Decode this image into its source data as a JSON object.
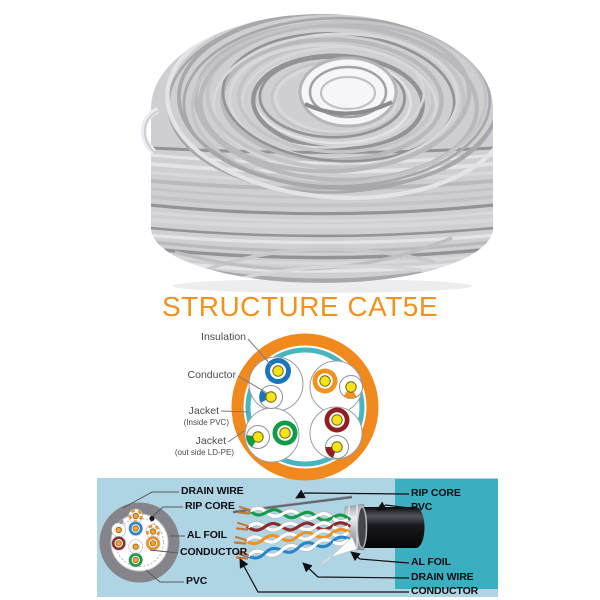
{
  "title": {
    "text": "STRUCTURE CAT5E",
    "color": "#F0921E"
  },
  "cross_section": {
    "labels": {
      "insulation": "Insulation",
      "conductor": "Conductor",
      "jacket_inner": "Jacket",
      "jacket_inner_sub": "(Inside PVC)",
      "jacket_outer": "Jacket",
      "jacket_outer_sub": "(out side LD-PE)"
    },
    "colors": {
      "jacket_outer": "#F0891E",
      "jacket_inner": "#4AB5BE",
      "pair_blue": "#1B75BC",
      "pair_orange": "#F0921E",
      "pair_green": "#0E9C47",
      "pair_brown": "#8E1F24",
      "conductor_core": "#F5E31A"
    }
  },
  "bottom_diagram": {
    "bg_light": "#AFD4E4",
    "bg_dark": "#3BAEC0",
    "jacket_gray": "#84848A",
    "wire_blue": "#2A84C8",
    "wire_orange": "#EF9221",
    "wire_green": "#169A47",
    "wire_brown": "#8B2B2B",
    "copper": "#C4793B",
    "left_labels": [
      "DRAIN WIRE",
      "RIP CORE",
      "AL FOIL",
      "CONDUCTOR",
      "PVC"
    ],
    "right_labels": [
      "RIP CORE",
      "PVC",
      "AL FOIL",
      "DRAIN WIRE",
      "CONDUCTOR"
    ]
  }
}
